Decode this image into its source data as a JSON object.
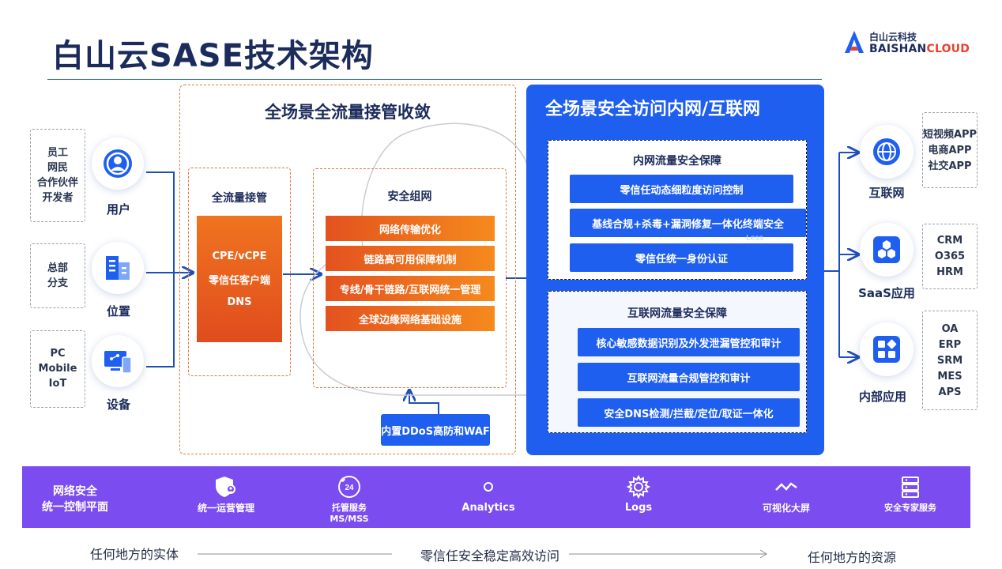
{
  "header": {
    "title": "白山云SASE技术架构",
    "logo_cn": "白山云科技",
    "logo_en_main": "BAISHAN",
    "logo_en_accent": "CLOUD"
  },
  "sources": [
    {
      "box_lines": [
        "员工",
        "网民",
        "合作伙伴",
        "开发者"
      ],
      "label": "用户",
      "icon": "user-icon"
    },
    {
      "box_lines": [
        "总部",
        "分支"
      ],
      "label": "位置",
      "icon": "building-icon"
    },
    {
      "box_lines": [
        "PC",
        "Mobile",
        "IoT"
      ],
      "label": "设备",
      "icon": "device-icon"
    }
  ],
  "takeover": {
    "title": "全场景全流量接管收敛",
    "full_traffic": {
      "title": "全流量接管",
      "items": [
        "CPE/vCPE",
        "零信任客户端",
        "DNS"
      ]
    },
    "security_network": {
      "title": "安全组网",
      "items": [
        "网络传输优化",
        "链路高可用保障机制",
        "专线/骨干链路/互联网统一管理",
        "全球边缘网络基础设施"
      ]
    },
    "ddos_waf": "内置DDoS高防和WAF"
  },
  "access": {
    "title": "全场景安全访问内网/互联网",
    "cloud_fragment": "Less",
    "intranet": {
      "title": "内网流量安全保障",
      "items": [
        "零信任动态细粒度访问控制",
        "基线合规+杀毒+漏洞修复一体化终端安全",
        "零信任统一身份认证"
      ]
    },
    "internet": {
      "title": "互联网流量安全保障",
      "items": [
        "核心敏感数据识别及外发泄漏管控和审计",
        "互联网流量合规管控和审计",
        "安全DNS检测/拦截/定位/取证一体化"
      ]
    }
  },
  "destinations": [
    {
      "label": "互联网",
      "icon": "globe-icon",
      "box_lines": [
        "短视频APP",
        "电商APP",
        "社交APP"
      ]
    },
    {
      "label": "SaaS应用",
      "icon": "saas-icon",
      "box_lines": [
        "CRM",
        "O365",
        "HRM"
      ]
    },
    {
      "label": "内部应用",
      "icon": "apps-icon",
      "box_lines": [
        "OA",
        "ERP",
        "SRM",
        "MES",
        "APS"
      ]
    }
  ],
  "control_plane": {
    "title_lines": [
      "网络安全",
      "统一控制平面"
    ],
    "items": [
      {
        "icon": "shield-user-icon",
        "label": "统一运营管理"
      },
      {
        "icon": "phone-24h-icon",
        "label_lines": [
          "托管服务",
          "MS/MSS"
        ]
      },
      {
        "icon": "circle-icon",
        "label": "Analytics"
      },
      {
        "icon": "gear-icon",
        "label": "Logs"
      },
      {
        "icon": "trend-icon",
        "label": "可视化大屏"
      },
      {
        "icon": "server-icon",
        "label": "安全专家服务"
      }
    ]
  },
  "footer": {
    "left": "任何地方的实体",
    "center": "零信任安全稳定高效访问",
    "right": "任何地方的资源"
  },
  "colors": {
    "brand_blue": "#1e5ff0",
    "orange": "#f0741f",
    "purple": "#7b4cf0",
    "title_navy": "#1b2b5b"
  }
}
